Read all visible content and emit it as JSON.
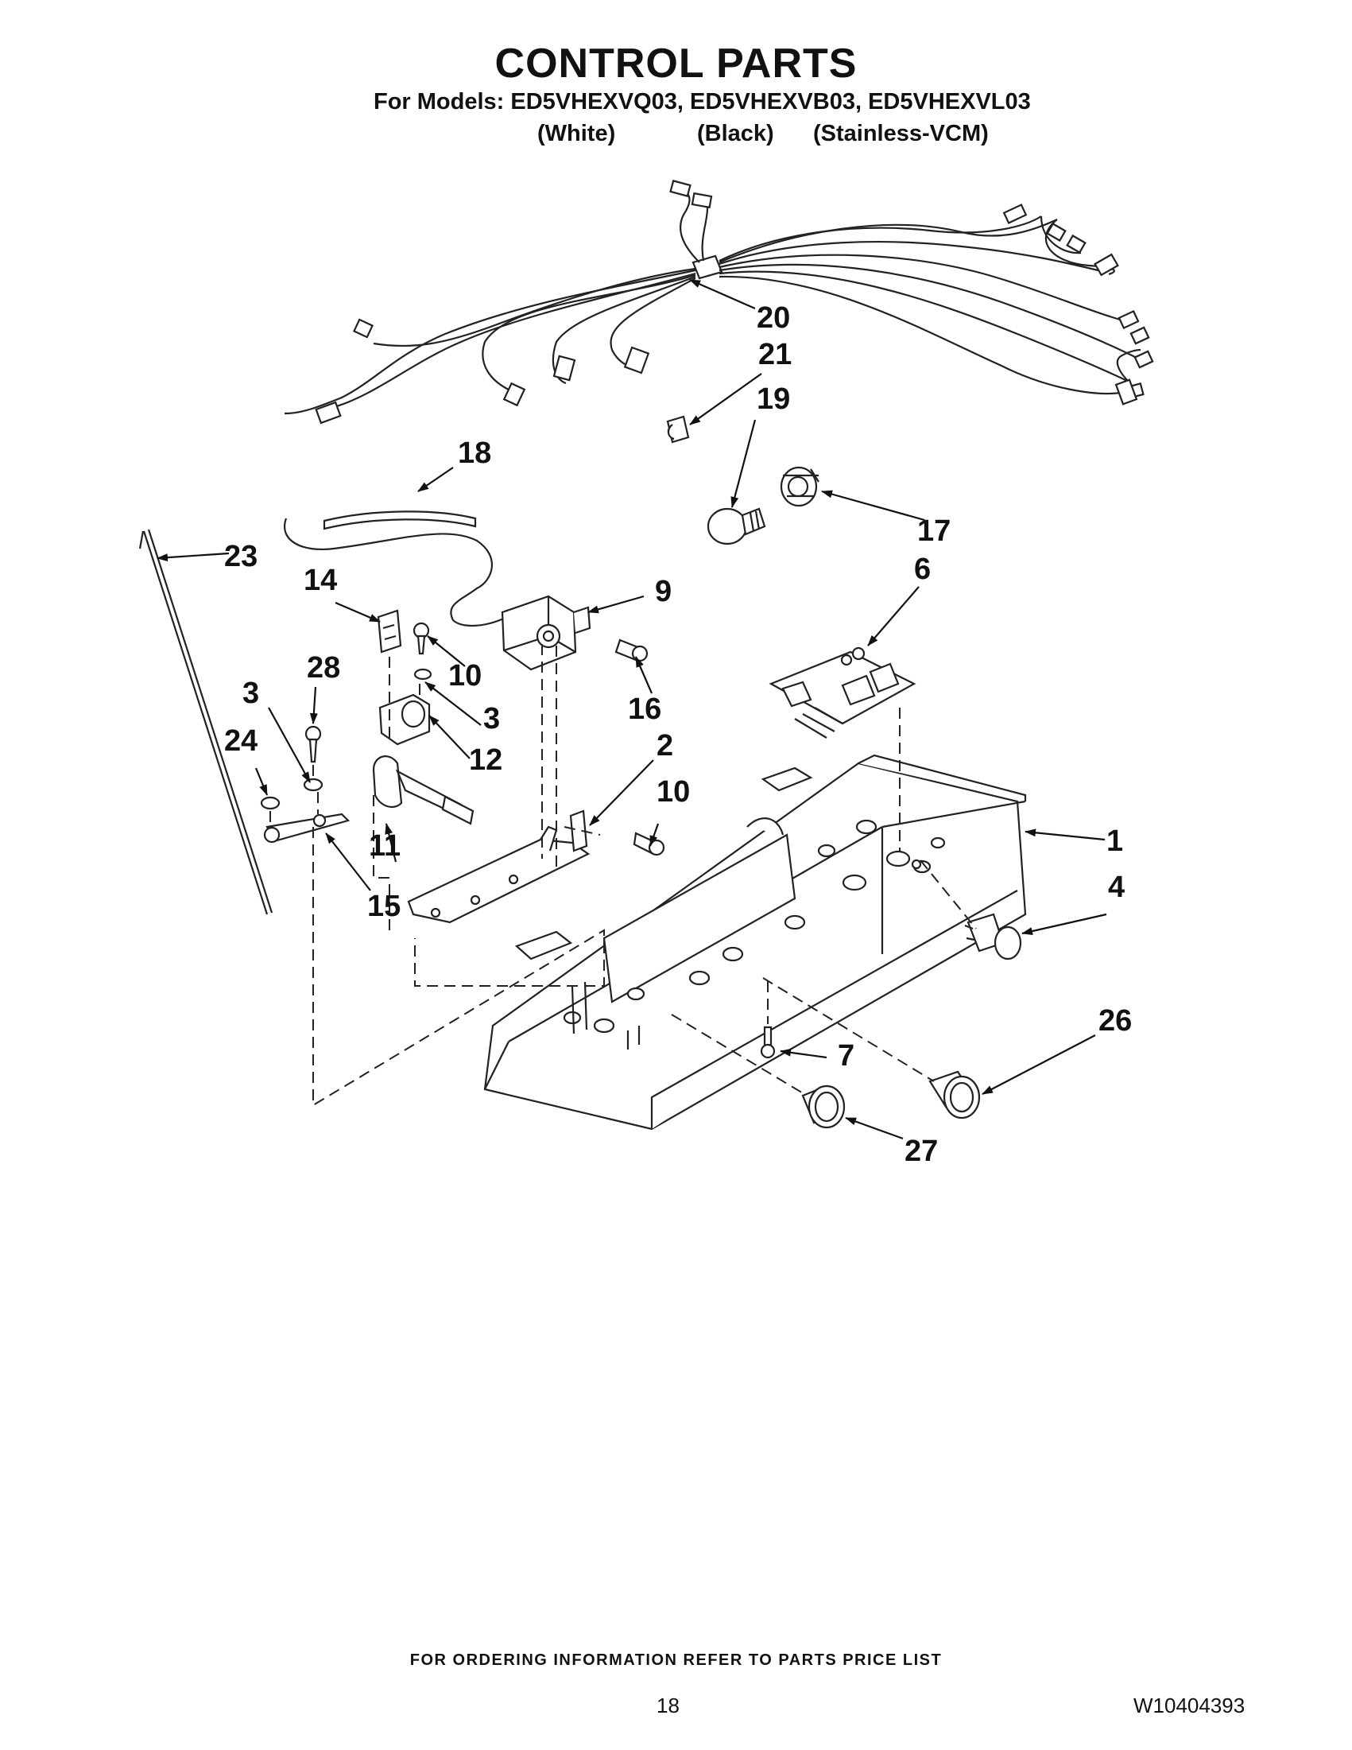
{
  "header": {
    "title": "CONTROL PARTS",
    "models_line": "For Models: ED5VHEXVQ03, ED5VHEXVB03, ED5VHEXVL03",
    "variants": [
      "(White)",
      "(Black)",
      "(Stainless-VCM)"
    ]
  },
  "diagram": {
    "callouts": [
      "1",
      "2",
      "3",
      "3",
      "4",
      "6",
      "7",
      "9",
      "10",
      "10",
      "11",
      "12",
      "14",
      "15",
      "16",
      "17",
      "18",
      "19",
      "20",
      "21",
      "23",
      "24",
      "26",
      "27",
      "28"
    ]
  },
  "footer": {
    "ordering_note": "FOR ORDERING INFORMATION REFER TO PARTS PRICE LIST",
    "page_number": "18",
    "document_number": "W10404393"
  }
}
